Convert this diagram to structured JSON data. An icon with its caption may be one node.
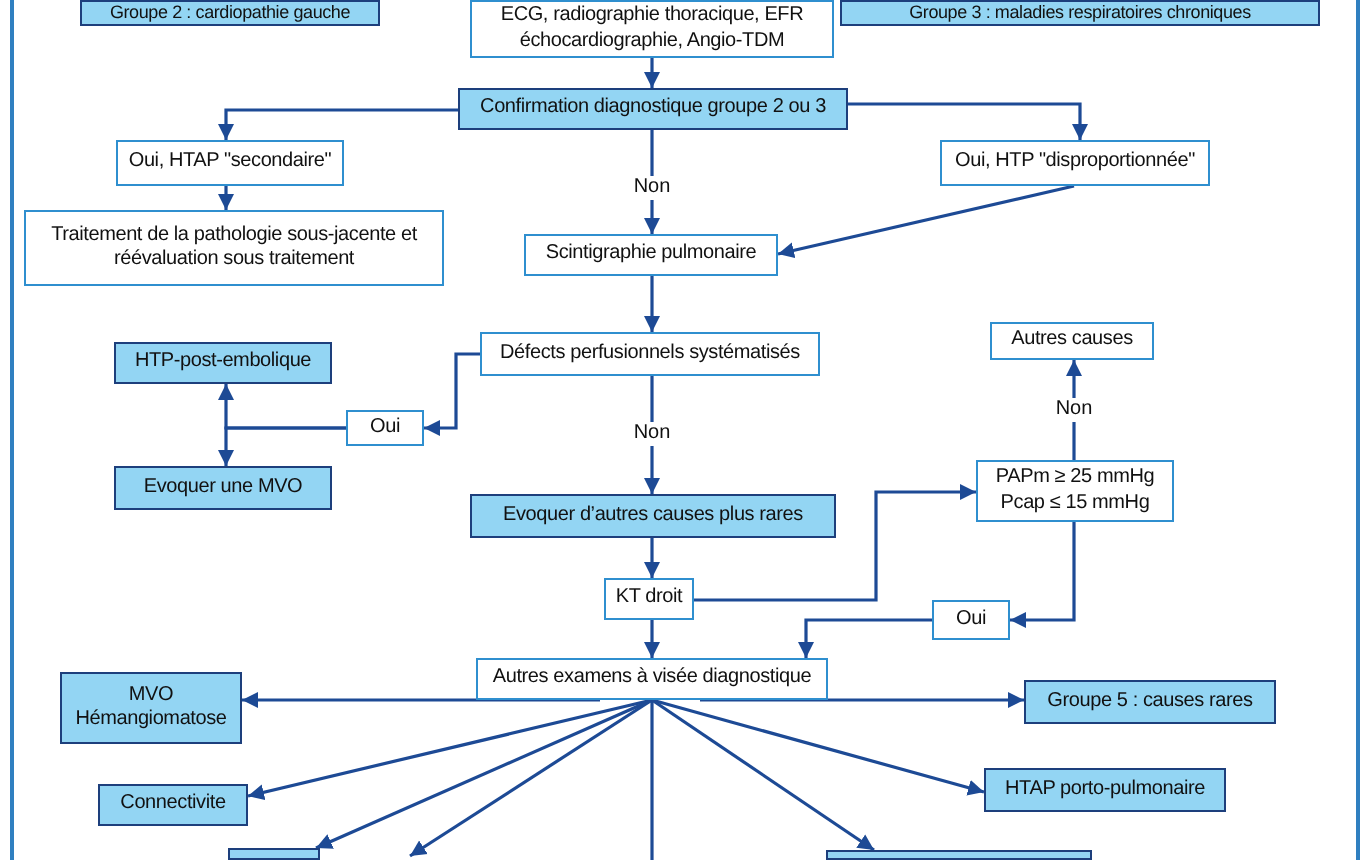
{
  "diagram": {
    "nodes": [
      {
        "text": [
          "Groupe 2 : cardiopathie gauche"
        ]
      },
      {
        "text": [
          "ECG, radiographie thoracique, EFR échocardiographie, Angio-TDM"
        ]
      },
      {
        "text": [
          "Groupe 3 : maladies respiratoires chroniques"
        ]
      },
      {
        "text": [
          "Confirmation diagnostique groupe 2 ou 3"
        ]
      },
      {
        "text": [
          "Oui, HTAP  \"secondaire\""
        ]
      },
      {
        "text": [
          "Oui, HTP  \"disproportionnée\""
        ]
      },
      {
        "text": [
          "Traitement de la pathologie sous-jacente et réévaluation sous traitement"
        ]
      },
      {
        "text": [
          "Scintigraphie pulmonaire"
        ]
      },
      {
        "text": [
          "Autres causes"
        ]
      },
      {
        "text": [
          "HTP-post-embolique"
        ]
      },
      {
        "text": [
          "Défects perfusionnels systématisés"
        ]
      },
      {
        "text": [
          "Oui"
        ]
      },
      {
        "text": [
          "Evoquer une MVO"
        ]
      },
      {
        "text": [
          "PAPm ≥ 25 mmHg Pcap ≤ 15 mmHg"
        ]
      },
      {
        "text": [
          "Evoquer d’autres causes plus rares"
        ]
      },
      {
        "text": [
          "KT droit"
        ]
      },
      {
        "text": [
          "Oui"
        ]
      },
      {
        "text": [
          "Autres examens à visée diagnostique"
        ]
      },
      {
        "text": [
          "MVO Hémangiomatose"
        ]
      },
      {
        "text": [
          "Groupe 5 : causes rares"
        ]
      },
      {
        "text": [
          "Connectivite"
        ]
      },
      {
        "text": [
          "HTAP porto-pulmonaire"
        ]
      },
      {
        "text": [],
        "shape": "box"
      },
      {
        "text": [],
        "shape": "box"
      }
    ],
    "edges": [
      {
        "from": 1,
        "to": 3,
        "arrow": "to"
      },
      {
        "from": 3,
        "to": 4,
        "arrow": "to"
      },
      {
        "from": 3,
        "to": 5,
        "arrow": "to"
      },
      {
        "from": 3,
        "to": 7,
        "arrow": "to",
        "label": "Non"
      },
      {
        "from": 4,
        "to": 6,
        "arrow": "to"
      },
      {
        "from": 5,
        "to": 7,
        "arrow": "to"
      },
      {
        "from": 7,
        "to": 10,
        "arrow": "to"
      },
      {
        "from": 10,
        "to": 11,
        "arrow": "to"
      },
      {
        "from": 11,
        "to": 9,
        "arrow": "to"
      },
      {
        "from": 11,
        "to": 12,
        "arrow": "to"
      },
      {
        "from": 10,
        "to": 14,
        "arrow": "to",
        "label": "Non"
      },
      {
        "from": 14,
        "to": 15,
        "arrow": "to"
      },
      {
        "from": 15,
        "to": 13,
        "arrow": "to"
      },
      {
        "from": 13,
        "to": 8,
        "arrow": "to",
        "label": "Non"
      },
      {
        "from": 13,
        "to": 16,
        "arrow": "to"
      },
      {
        "from": 16,
        "to": 17,
        "arrow": "to"
      },
      {
        "from": 15,
        "to": 17,
        "arrow": "to"
      },
      {
        "from": 17,
        "to": 18,
        "arrow": "to"
      },
      {
        "from": 17,
        "to": 19,
        "arrow": "to"
      },
      {
        "from": 17,
        "to": 20,
        "arrow": "to"
      },
      {
        "from": 17,
        "to": 22,
        "arrow": "to"
      },
      {
        "from": 17,
        "to": null,
        "arrow": "to"
      },
      {
        "from": 17,
        "to": null,
        "arrow": "none"
      },
      {
        "from": 17,
        "to": 21,
        "arrow": "to"
      },
      {
        "from": 17,
        "to": 23,
        "arrow": "to"
      }
    ]
  }
}
